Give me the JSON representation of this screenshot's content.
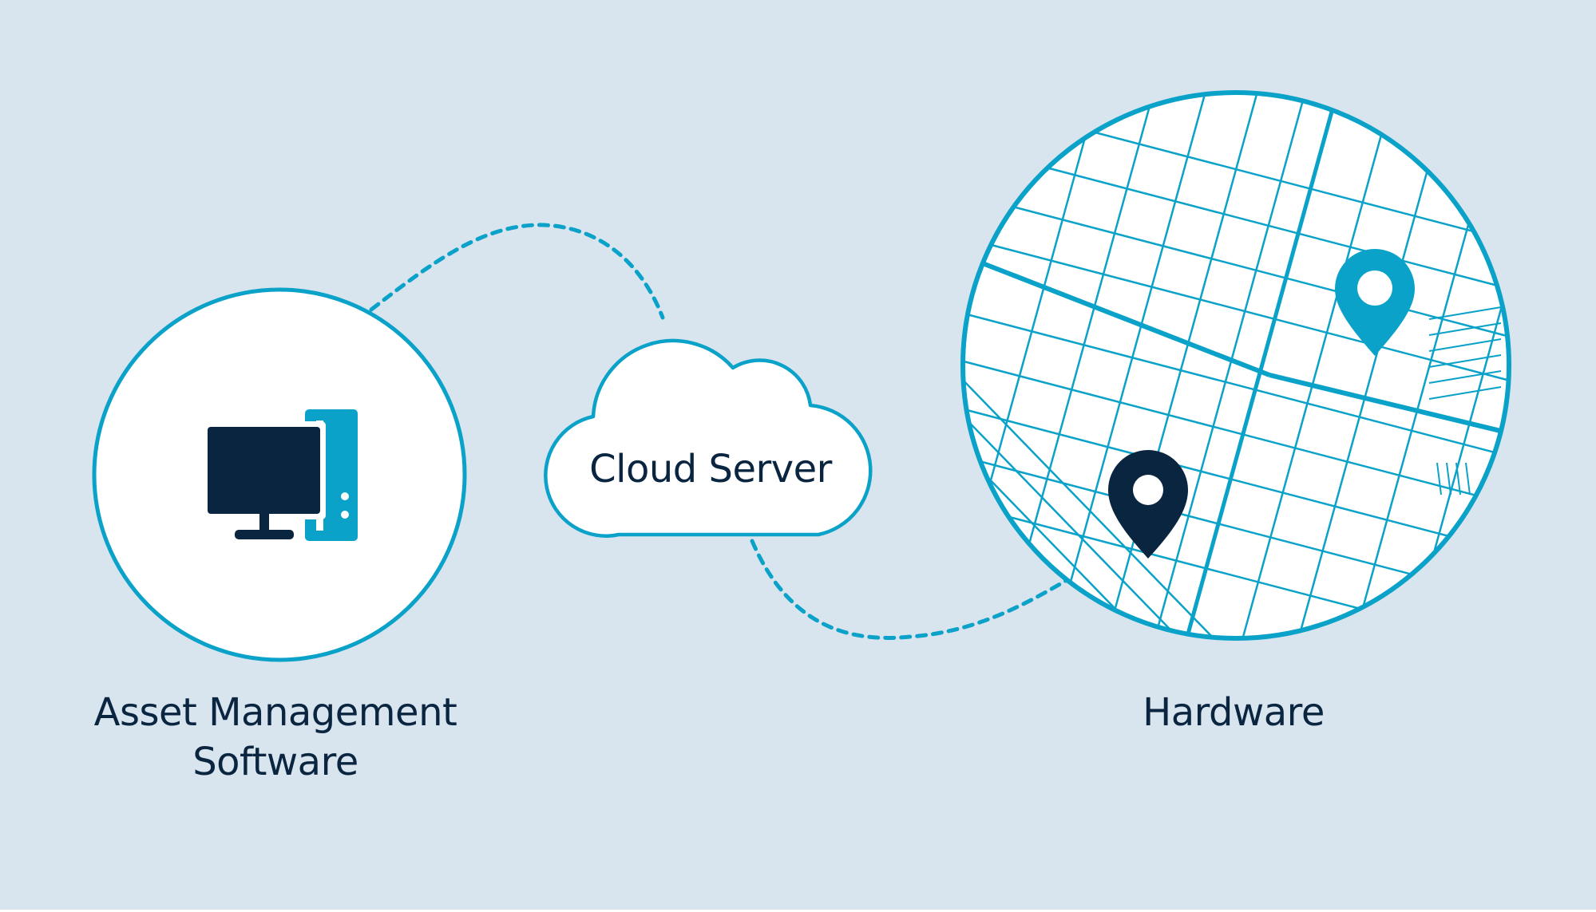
{
  "nodes": {
    "software": {
      "label_line1": "Asset Management",
      "label_line2": "Software",
      "icon": "desktop-computer-icon"
    },
    "cloud": {
      "label": "Cloud Server",
      "icon": "cloud-icon"
    },
    "hardware": {
      "label": "Hardware",
      "icon": "city-map-icon",
      "markers": [
        "location-pin-icon",
        "location-pin-icon"
      ]
    }
  },
  "connections": [
    {
      "from": "software",
      "to": "cloud",
      "style": "dashed"
    },
    {
      "from": "cloud",
      "to": "hardware",
      "style": "dashed"
    }
  ],
  "colors": {
    "background": "#d8e4ee",
    "accent": "#0aa2c8",
    "navy": "#0a2540",
    "white": "#ffffff"
  }
}
